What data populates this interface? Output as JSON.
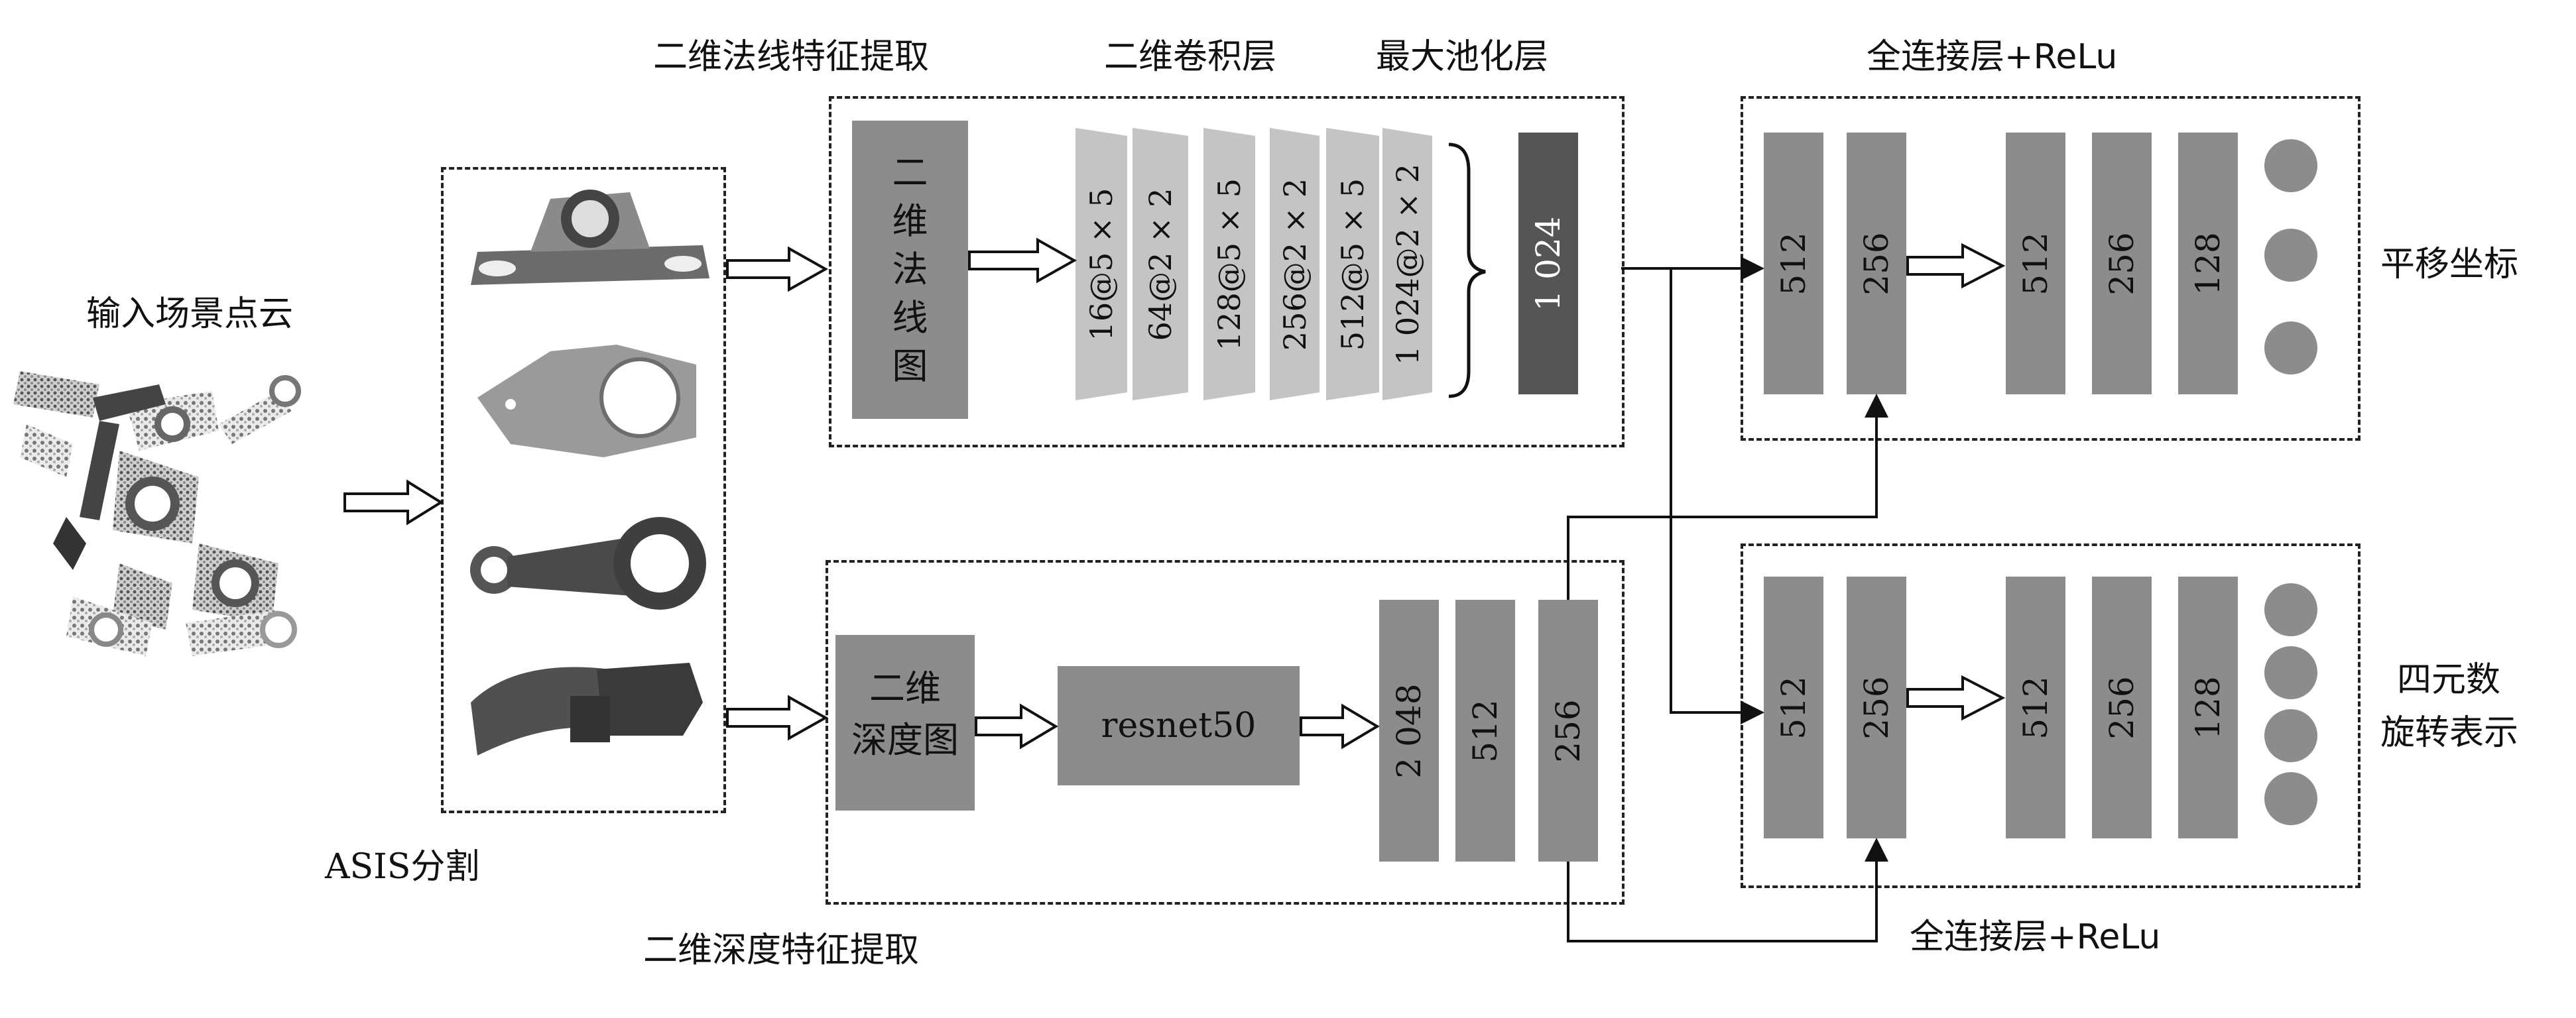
{
  "labels": {
    "input_cloud": "输入场景点云",
    "asis": "ASIS分割",
    "normal_section": "二维法线特征提取",
    "conv_layer": "二维卷积层",
    "maxpool_layer": "最大池化层",
    "fc_top": "全连接层+ReLu",
    "fc_bottom": "全连接层+ReLu",
    "depth_section": "二维深度特征提取",
    "translation": "平移坐标",
    "quat_line1": "四元数",
    "quat_line2": "旋转表示"
  },
  "normal_map": [
    "二",
    "维",
    "法",
    "线",
    "图"
  ],
  "depth_map": [
    "二维",
    "深度图"
  ],
  "resnet": "resnet50",
  "conv_layers": [
    "16@5 × 5",
    "64@2 × 2",
    "128@5 × 5",
    "256@2 × 2",
    "512@5 × 5",
    "1 024@2 × 2"
  ],
  "pool_out": "1 024",
  "depth_fc": [
    "2 048",
    "512",
    "256"
  ],
  "top_fc_a": [
    "512",
    "256"
  ],
  "top_fc_b": [
    "512",
    "256",
    "128"
  ],
  "bottom_fc_a": [
    "512",
    "256"
  ],
  "bottom_fc_b": [
    "512",
    "256",
    "128"
  ],
  "colors": {
    "bar": "#8c8c8c",
    "light": "#c4c4c4",
    "dark": "#555555"
  }
}
